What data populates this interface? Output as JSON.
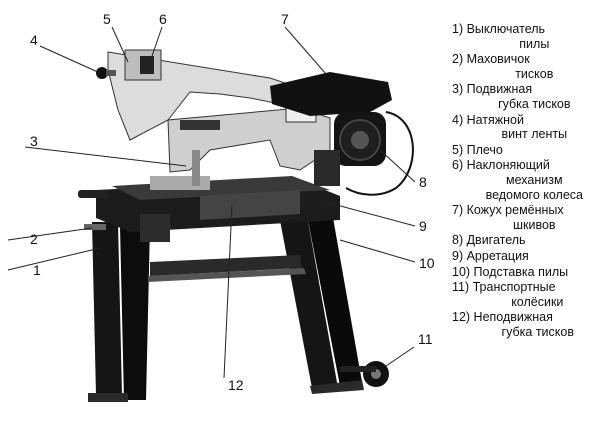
{
  "callouts": [
    "1",
    "2",
    "3",
    "4",
    "5",
    "6",
    "7",
    "8",
    "9",
    "10",
    "11",
    "12"
  ],
  "legend": [
    {
      "num": "1)",
      "lines": [
        "Выключатель",
        "пилы"
      ]
    },
    {
      "num": "2)",
      "lines": [
        "Маховичок",
        "тисков"
      ]
    },
    {
      "num": "3)",
      "lines": [
        "Подвижная",
        "губка тисков"
      ]
    },
    {
      "num": "4)",
      "lines": [
        "Натяжной",
        "винт ленты"
      ]
    },
    {
      "num": "5)",
      "lines": [
        "Плечо"
      ]
    },
    {
      "num": "6)",
      "lines": [
        "Наклоняющий",
        "механизм",
        "ведомого колеса"
      ]
    },
    {
      "num": "7)",
      "lines": [
        "Кожух ремённых",
        "шкивов"
      ]
    },
    {
      "num": "8)",
      "lines": [
        "Двигатель"
      ]
    },
    {
      "num": "9)",
      "lines": [
        "Арретация"
      ]
    },
    {
      "num": "10)",
      "lines": [
        "Подставка пилы"
      ]
    },
    {
      "num": "11)",
      "lines": [
        "Транспортные",
        "колёсики"
      ]
    },
    {
      "num": "12)",
      "lines": [
        "Неподвижная",
        "губка тисков"
      ]
    }
  ],
  "colors": {
    "ink": "#111111",
    "metal": "#d9d9d9",
    "dark": "#1a1a1a",
    "leader": "#222222"
  }
}
